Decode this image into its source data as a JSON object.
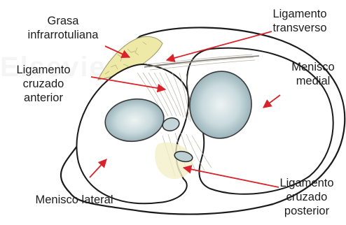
{
  "labels": {
    "grasa": [
      "Grasa",
      "infrarrotuliana"
    ],
    "lig_transverso": [
      "Ligamento",
      "transverso"
    ],
    "lig_cruzado_anterior": [
      "Ligamento",
      "cruzado",
      "anterior"
    ],
    "menisco_medial": [
      "Menisco",
      "medial"
    ],
    "menisco_lateral": "Menisco lateral",
    "lig_cruzado_posterior": [
      "Ligamento",
      "cruzado",
      "posterior"
    ]
  },
  "colors": {
    "arrow": "#d9222a",
    "outline": "#1a1a1a",
    "fat": "#ede8a0",
    "cartilage": "#aec5cc",
    "ligament": "#dedad4"
  }
}
